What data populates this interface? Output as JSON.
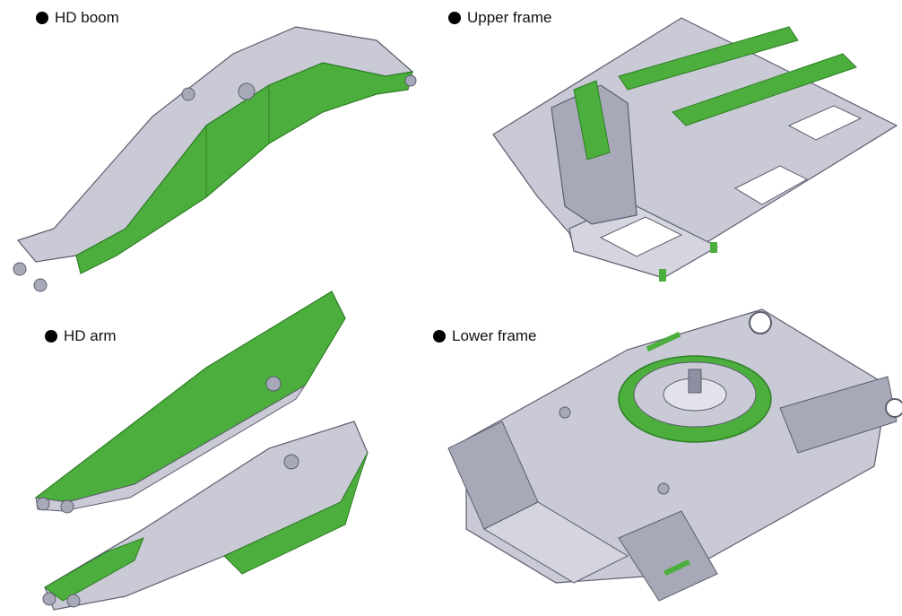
{
  "panels": {
    "hd_boom": {
      "label": "HD boom"
    },
    "upper_frame": {
      "label": "Upper frame"
    },
    "hd_arm": {
      "label": "HD arm"
    },
    "lower_frame": {
      "label": "Lower frame"
    }
  },
  "colors": {
    "structure_gray": "#c9cad6",
    "structure_shadow": "#8e8fa0",
    "highlight_green": "#4cae3c",
    "green_dark": "#2f7f26",
    "bullet": "#000000"
  }
}
